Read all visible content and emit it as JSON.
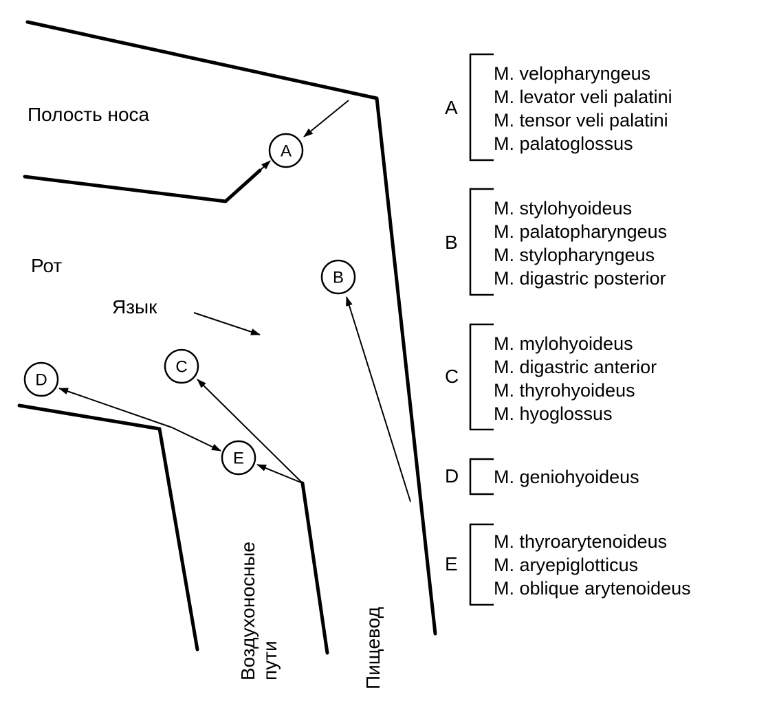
{
  "regions": {
    "nasal_cavity": "Полость носа",
    "mouth": "Рот",
    "tongue": "Язык",
    "airways_line1": "Воздухоносные",
    "airways_line2": "пути",
    "esophagus": "Пищевод"
  },
  "nodes": {
    "A": "A",
    "B": "B",
    "C": "C",
    "D": "D",
    "E": "E"
  },
  "muscle_groups": [
    {
      "letter": "A",
      "muscles": [
        "M. velopharyngeus",
        "M. levator veli palatini",
        "M. tensor veli palatini",
        "M. palatoglossus"
      ]
    },
    {
      "letter": "B",
      "muscles": [
        "M. stylohyoideus",
        "M. palatopharyngeus",
        "M. stylopharyngeus",
        "M. digastric posterior"
      ]
    },
    {
      "letter": "C",
      "muscles": [
        "M. mylohyoideus",
        "M. digastric anterior",
        "M. thyrohyoideus",
        "M. hyoglossus"
      ]
    },
    {
      "letter": "D",
      "muscles": [
        "M. geniohyoideus"
      ]
    },
    {
      "letter": "E",
      "muscles": [
        "M. thyroarytenoideus",
        "M. aryepiglotticus",
        "M. oblique arytenoideus"
      ]
    }
  ]
}
